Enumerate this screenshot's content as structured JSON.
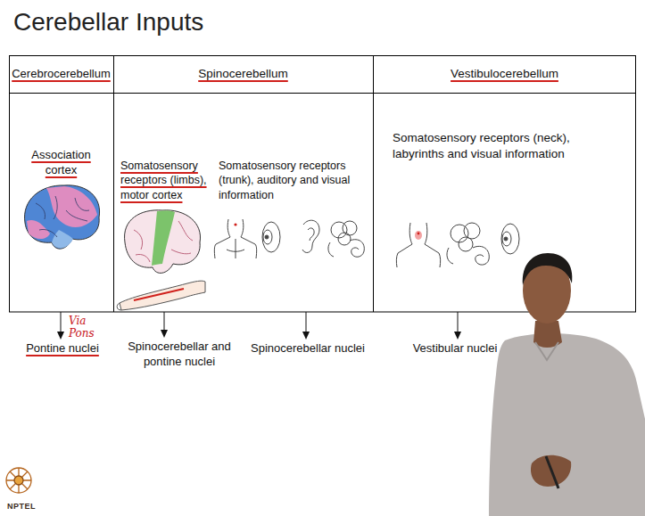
{
  "diagram": {
    "title": "Cerebellar Inputs",
    "nodes": [
      {
        "text": [
          "Cerebrocerebellum"
        ]
      },
      {
        "text": [
          "Spinocerebellum"
        ]
      },
      {
        "text": [
          "Vestibulocerebellum"
        ]
      },
      {
        "text": [
          "Association cortex"
        ]
      },
      {
        "text": [
          "Somatosensory receptors (limbs), motor cortex"
        ]
      },
      {
        "text": [
          "Somatosensory receptors (trunk), auditory and visual information"
        ]
      },
      {
        "text": [
          "Somatosensory receptors (neck), labyrinths and visual information"
        ]
      },
      {
        "text": [
          "Pontine nuclei"
        ]
      },
      {
        "text": [
          "Spinocerebellar and pontine nuclei"
        ]
      },
      {
        "text": [
          "Spinocerebellar nuclei"
        ]
      },
      {
        "text": [
          "Vestibular nuclei"
        ]
      }
    ],
    "edges": [
      {
        "from": 3,
        "to": 7,
        "arrow": "to",
        "label": "Via Pons"
      },
      {
        "from": 4,
        "to": 8,
        "arrow": "to"
      },
      {
        "from": 5,
        "to": 9,
        "arrow": "to"
      },
      {
        "from": 6,
        "to": 10,
        "arrow": "to"
      }
    ],
    "labels": [
      "NPTEL"
    ]
  }
}
